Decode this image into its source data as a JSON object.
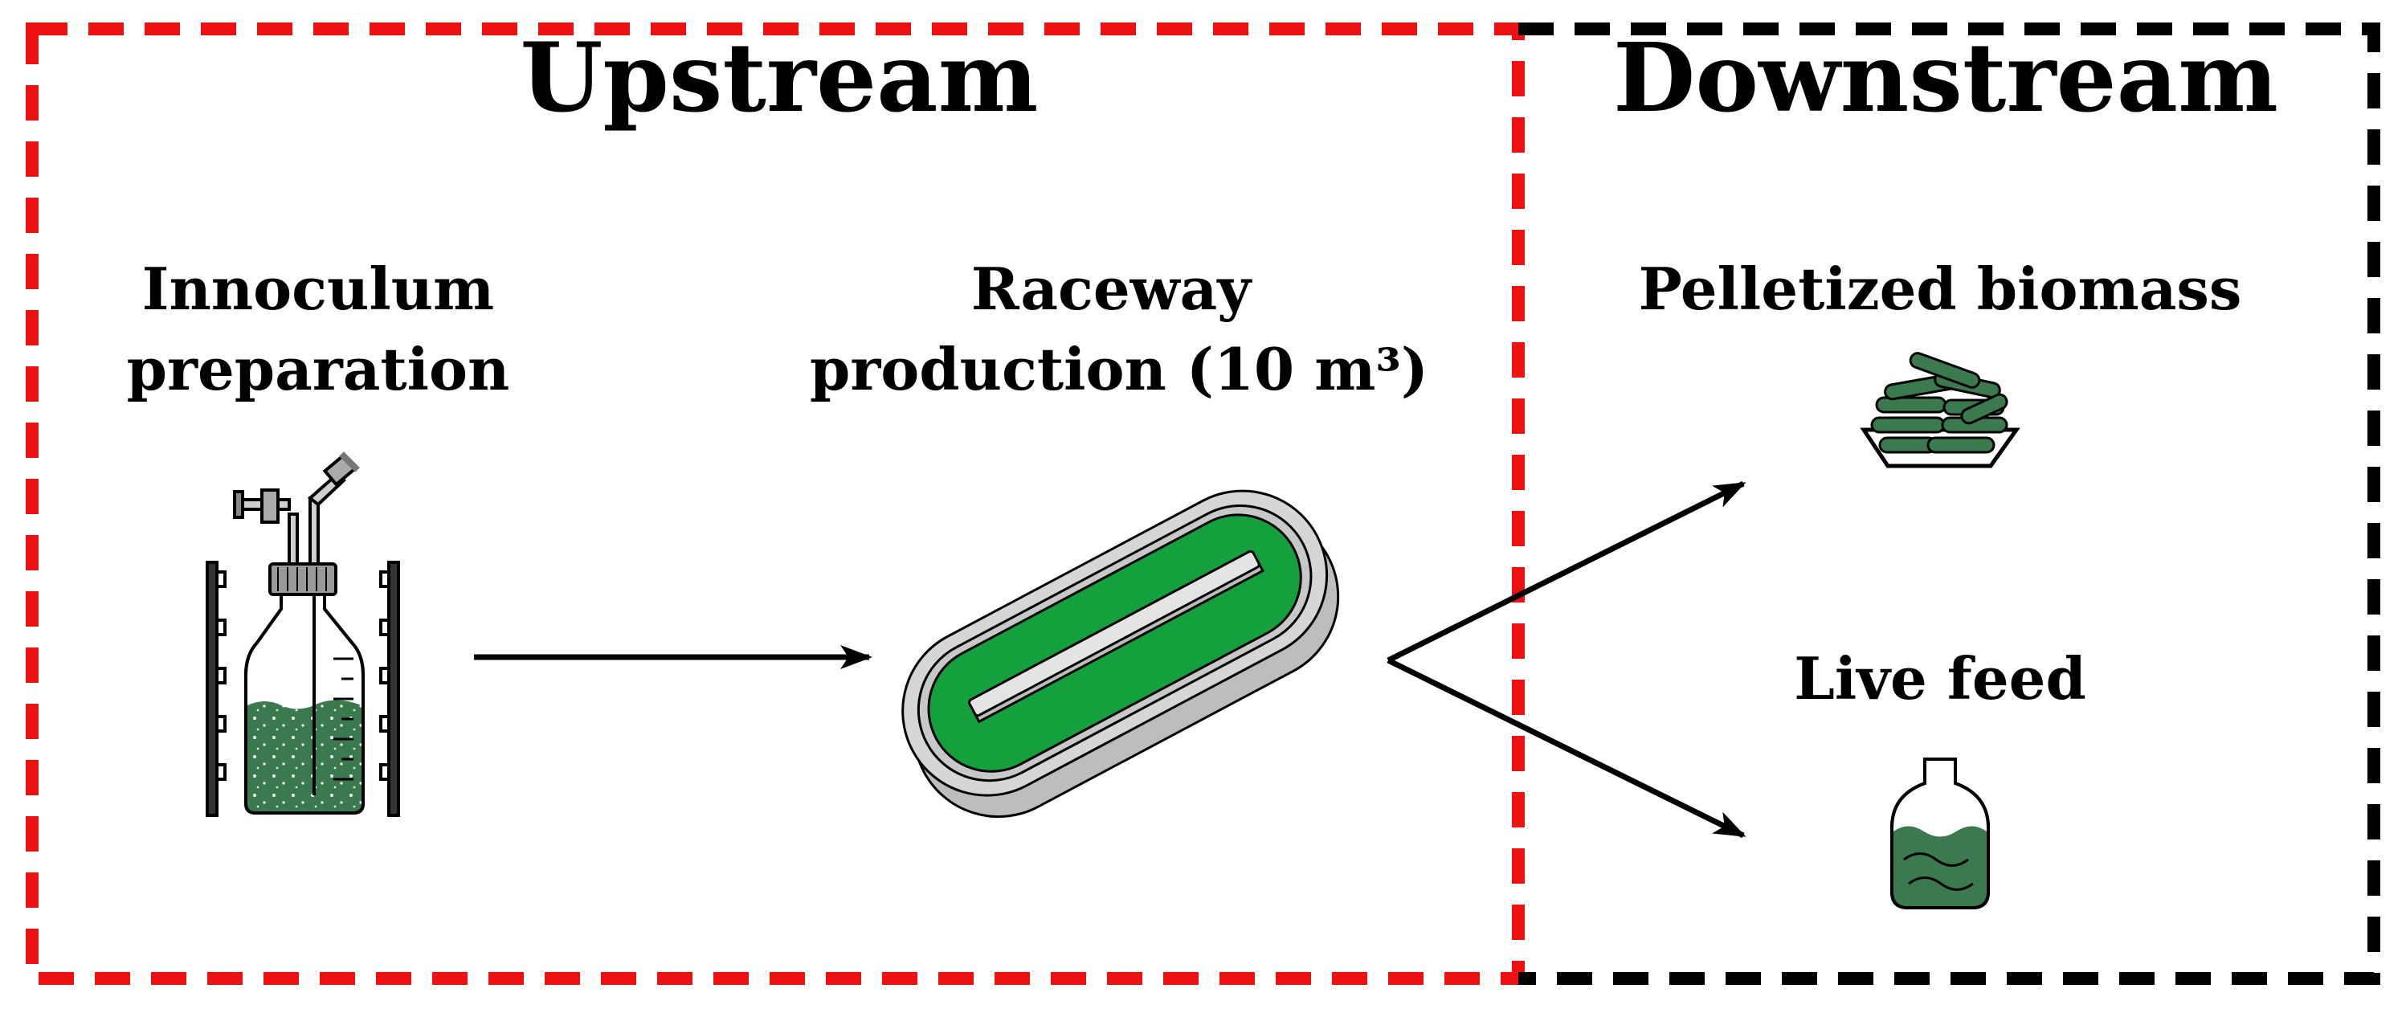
{
  "upstream": {
    "title": "Upstream",
    "border_color": "#ee1111",
    "steps": [
      {
        "label_lines": [
          "Innoculum",
          "preparation"
        ],
        "icon": "culture-bottle-icon"
      },
      {
        "label_lines": [
          "Raceway",
          "production (10 m³)"
        ],
        "icon": "raceway-pond-icon"
      }
    ]
  },
  "downstream": {
    "title": "Downstream",
    "border_color": "#000000",
    "products": [
      {
        "label": "Pelletized biomass",
        "icon": "biomass-pellets-icon"
      },
      {
        "label": "Live feed",
        "icon": "live-feed-flask-icon"
      }
    ]
  },
  "colors": {
    "algae_green": "#3a7a4e",
    "pond_green": "#14a03c",
    "concrete_gray": "#d6d6d6",
    "arrow": "#000000"
  }
}
